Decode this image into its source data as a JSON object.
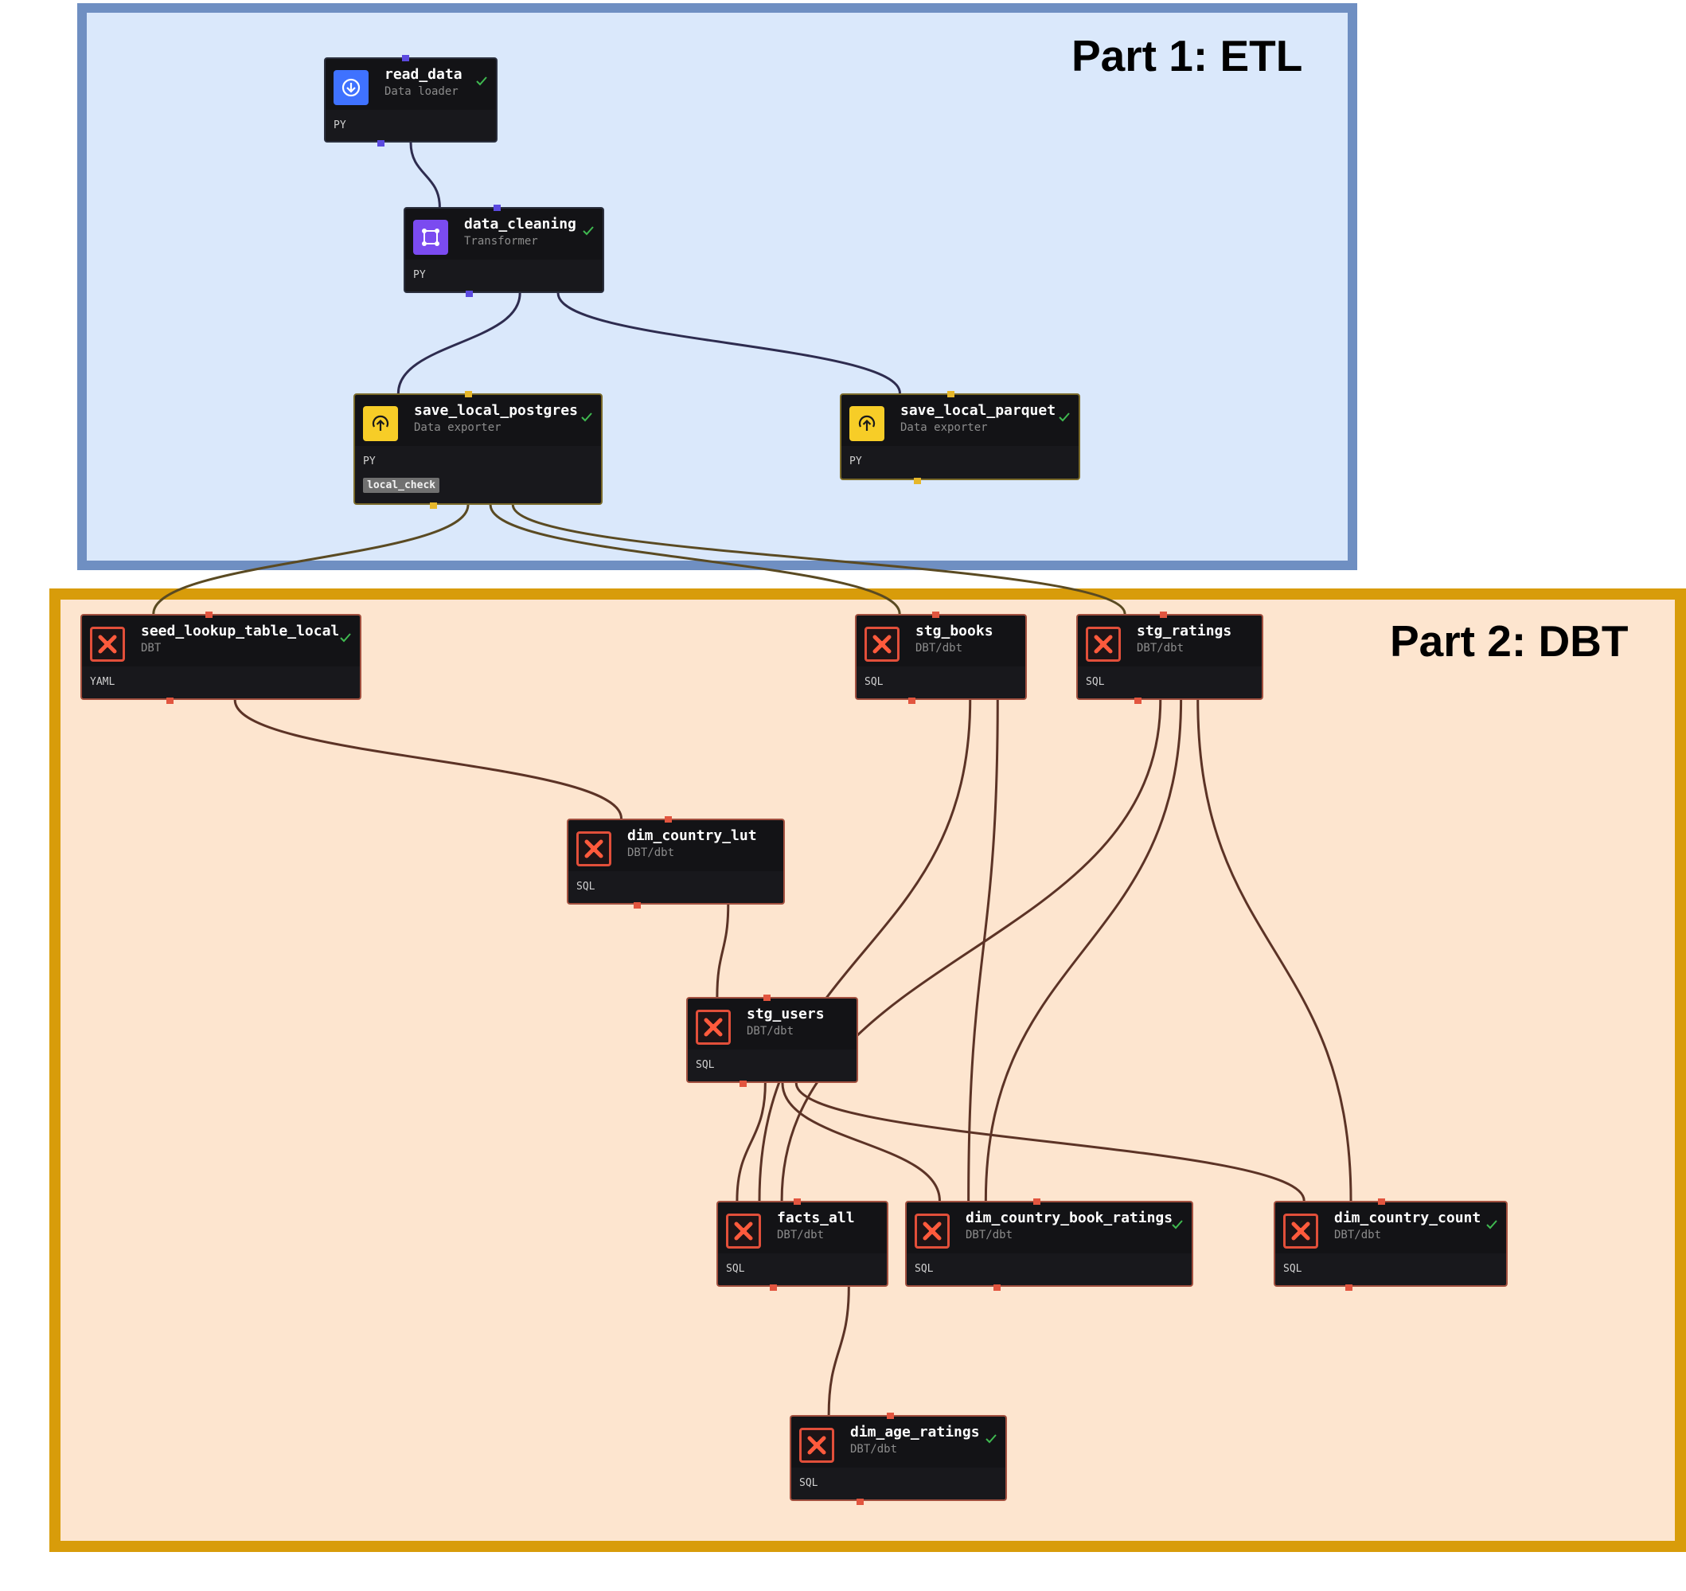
{
  "regions": {
    "etl_title": "Part 1: ETL",
    "dbt_title": "Part 2: DBT"
  },
  "colors": {
    "etl_fill": "#dae8fb",
    "etl_border": "#6f8fc2",
    "dbt_fill": "#fde5cf",
    "dbt_border": "#d89c0a",
    "node_bg": "#18181c",
    "edge_python": "#2e2c4f",
    "edge_exporter": "#5a4a22",
    "edge_dbt": "#5c3326"
  },
  "nodes": [
    {
      "id": "read_data",
      "name": "read_data",
      "type": "Data loader",
      "lang": "PY",
      "icon": "download-icon",
      "checked": true
    },
    {
      "id": "data_cleaning",
      "name": "data_cleaning",
      "type": "Transformer",
      "lang": "PY",
      "icon": "transform-icon",
      "checked": true
    },
    {
      "id": "save_local_postgres",
      "name": "save_local_postgres",
      "type": "Data exporter",
      "lang": "PY",
      "icon": "upload-icon",
      "checked": true,
      "tag": "local_check"
    },
    {
      "id": "save_local_parquet",
      "name": "save_local_parquet",
      "type": "Data exporter",
      "lang": "PY",
      "icon": "upload-icon",
      "checked": true
    },
    {
      "id": "seed_lookup_table_local",
      "name": "seed_lookup_table_local",
      "type": "DBT",
      "lang": "YAML",
      "icon": "dbt-icon",
      "checked": true
    },
    {
      "id": "stg_books",
      "name": "stg_books",
      "type": "DBT/dbt",
      "lang": "SQL",
      "icon": "dbt-icon",
      "checked": false
    },
    {
      "id": "stg_ratings",
      "name": "stg_ratings",
      "type": "DBT/dbt",
      "lang": "SQL",
      "icon": "dbt-icon",
      "checked": false
    },
    {
      "id": "dim_country_lut",
      "name": "dim_country_lut",
      "type": "DBT/dbt",
      "lang": "SQL",
      "icon": "dbt-icon",
      "checked": false
    },
    {
      "id": "stg_users",
      "name": "stg_users",
      "type": "DBT/dbt",
      "lang": "SQL",
      "icon": "dbt-icon",
      "checked": false
    },
    {
      "id": "facts_all",
      "name": "facts_all",
      "type": "DBT/dbt",
      "lang": "SQL",
      "icon": "dbt-icon",
      "checked": false
    },
    {
      "id": "dim_country_book_ratings",
      "name": "dim_country_book_ratings",
      "type": "DBT/dbt",
      "lang": "SQL",
      "icon": "dbt-icon",
      "checked": true
    },
    {
      "id": "dim_country_count",
      "name": "dim_country_count",
      "type": "DBT/dbt",
      "lang": "SQL",
      "icon": "dbt-icon",
      "checked": true
    },
    {
      "id": "dim_age_ratings",
      "name": "dim_age_ratings",
      "type": "DBT/dbt",
      "lang": "SQL",
      "icon": "dbt-icon",
      "checked": true
    }
  ],
  "edges": [
    {
      "from": "read_data",
      "to": "data_cleaning"
    },
    {
      "from": "data_cleaning",
      "to": "save_local_postgres"
    },
    {
      "from": "data_cleaning",
      "to": "save_local_parquet"
    },
    {
      "from": "save_local_postgres",
      "to": "seed_lookup_table_local"
    },
    {
      "from": "save_local_postgres",
      "to": "stg_books"
    },
    {
      "from": "save_local_postgres",
      "to": "stg_ratings"
    },
    {
      "from": "seed_lookup_table_local",
      "to": "dim_country_lut"
    },
    {
      "from": "dim_country_lut",
      "to": "stg_users"
    },
    {
      "from": "stg_users",
      "to": "facts_all"
    },
    {
      "from": "stg_users",
      "to": "dim_country_book_ratings"
    },
    {
      "from": "stg_users",
      "to": "dim_country_count"
    },
    {
      "from": "stg_books",
      "to": "facts_all"
    },
    {
      "from": "stg_books",
      "to": "dim_country_book_ratings"
    },
    {
      "from": "stg_ratings",
      "to": "facts_all"
    },
    {
      "from": "stg_ratings",
      "to": "dim_country_book_ratings"
    },
    {
      "from": "stg_ratings",
      "to": "dim_country_count"
    },
    {
      "from": "facts_all",
      "to": "dim_age_ratings"
    }
  ]
}
